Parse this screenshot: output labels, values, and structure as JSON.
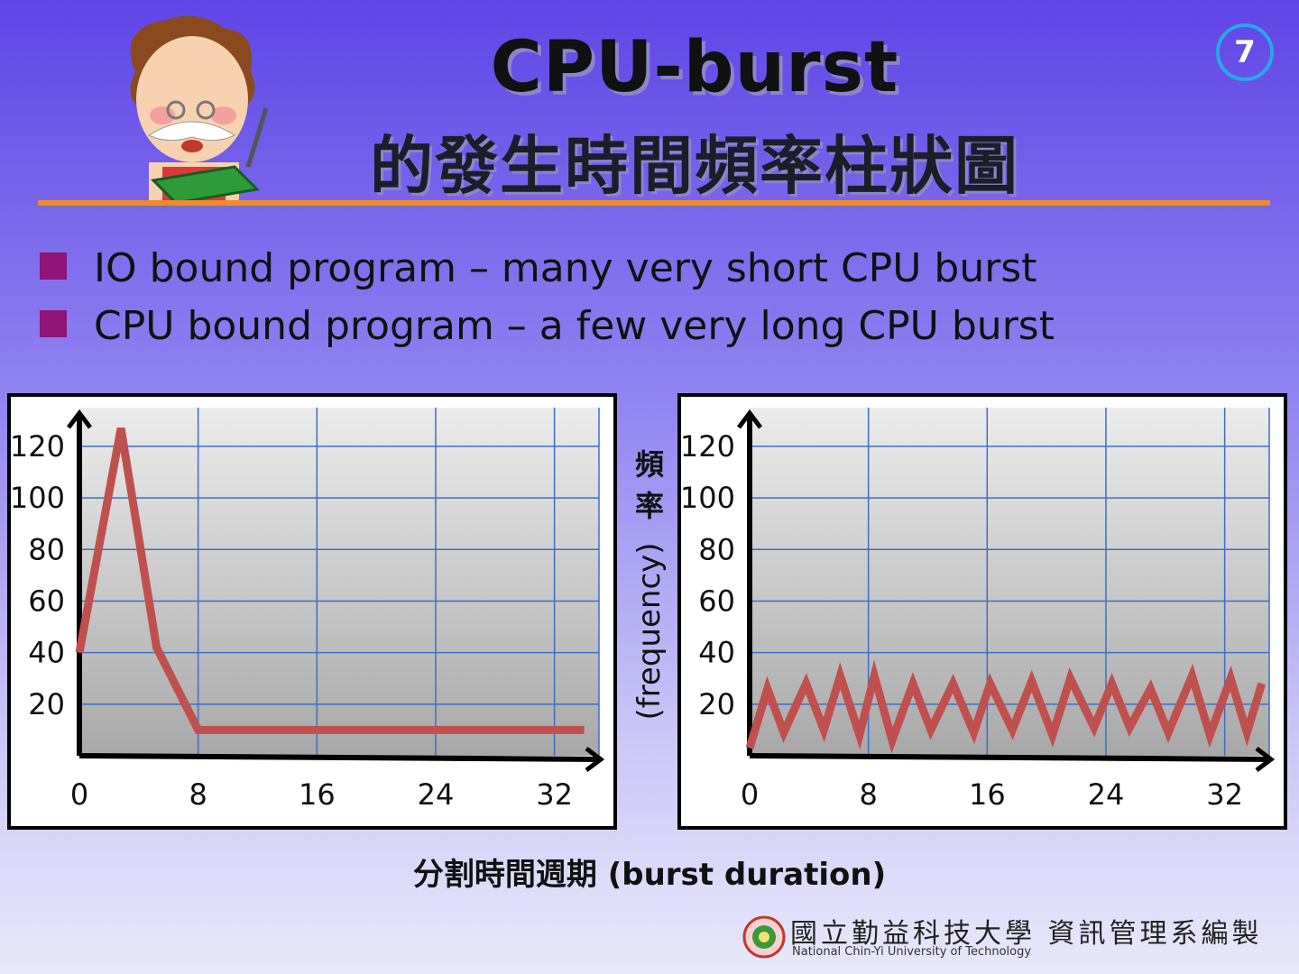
{
  "slide": {
    "title": "CPU-burst",
    "subtitle": "的發生時間頻率柱狀圖",
    "page_number": "7",
    "bullets": [
      "IO bound program – many very short CPU burst",
      "CPU bound program – a few very long CPU burst"
    ],
    "ylabel_cjk": "頻率",
    "ylabel_en": "(frequency)",
    "xlabel": "分割時間週期 (burst duration)",
    "footer_cn": "國立勤益科技大學 資訊管理系編製",
    "footer_en": "National Chin-Yi University of Technology",
    "colors": {
      "accent_rule": "#f08a2c",
      "bullet": "#8e1477",
      "series": "#c0504d",
      "grid": "#3b6fc8",
      "page_ring": "#26a8e8"
    }
  },
  "chart_data": [
    {
      "type": "line",
      "xlabel": "分割時間週期 (burst duration)",
      "ylabel": "頻率 (frequency)",
      "xlim": [
        0,
        35
      ],
      "ylim": [
        0,
        135
      ],
      "x_ticks": [
        0,
        8,
        16,
        24,
        32
      ],
      "y_ticks": [
        20,
        40,
        60,
        80,
        100,
        120
      ],
      "grid": true,
      "series": [
        {
          "x": [
            0,
            2.8,
            5.2,
            8,
            34
          ],
          "y": [
            40,
            127,
            42,
            10,
            10
          ]
        }
      ]
    },
    {
      "type": "line",
      "xlabel": "分割時間週期 (burst duration)",
      "ylabel": "頻率 (frequency)",
      "xlim": [
        0,
        35
      ],
      "ylim": [
        0,
        135
      ],
      "x_ticks": [
        0,
        8,
        16,
        24,
        32
      ],
      "y_ticks": [
        20,
        40,
        60,
        80,
        100,
        120
      ],
      "grid": true,
      "series": [
        {
          "x": [
            0,
            1.2,
            2.3,
            3.8,
            5,
            6.1,
            7.4,
            8.4,
            9.6,
            11,
            12.2,
            13.7,
            15.1,
            16.2,
            17.7,
            19,
            20.4,
            21.6,
            23.2,
            24.4,
            25.6,
            27,
            28.2,
            29.8,
            31,
            32.4,
            33.5,
            34.5
          ],
          "y": [
            3,
            26,
            9,
            28,
            10,
            31,
            8,
            31,
            6,
            28,
            10,
            28,
            9,
            28,
            10,
            29,
            8,
            30,
            11,
            28,
            11,
            26,
            9,
            31,
            8,
            30,
            9,
            28
          ]
        }
      ]
    }
  ]
}
